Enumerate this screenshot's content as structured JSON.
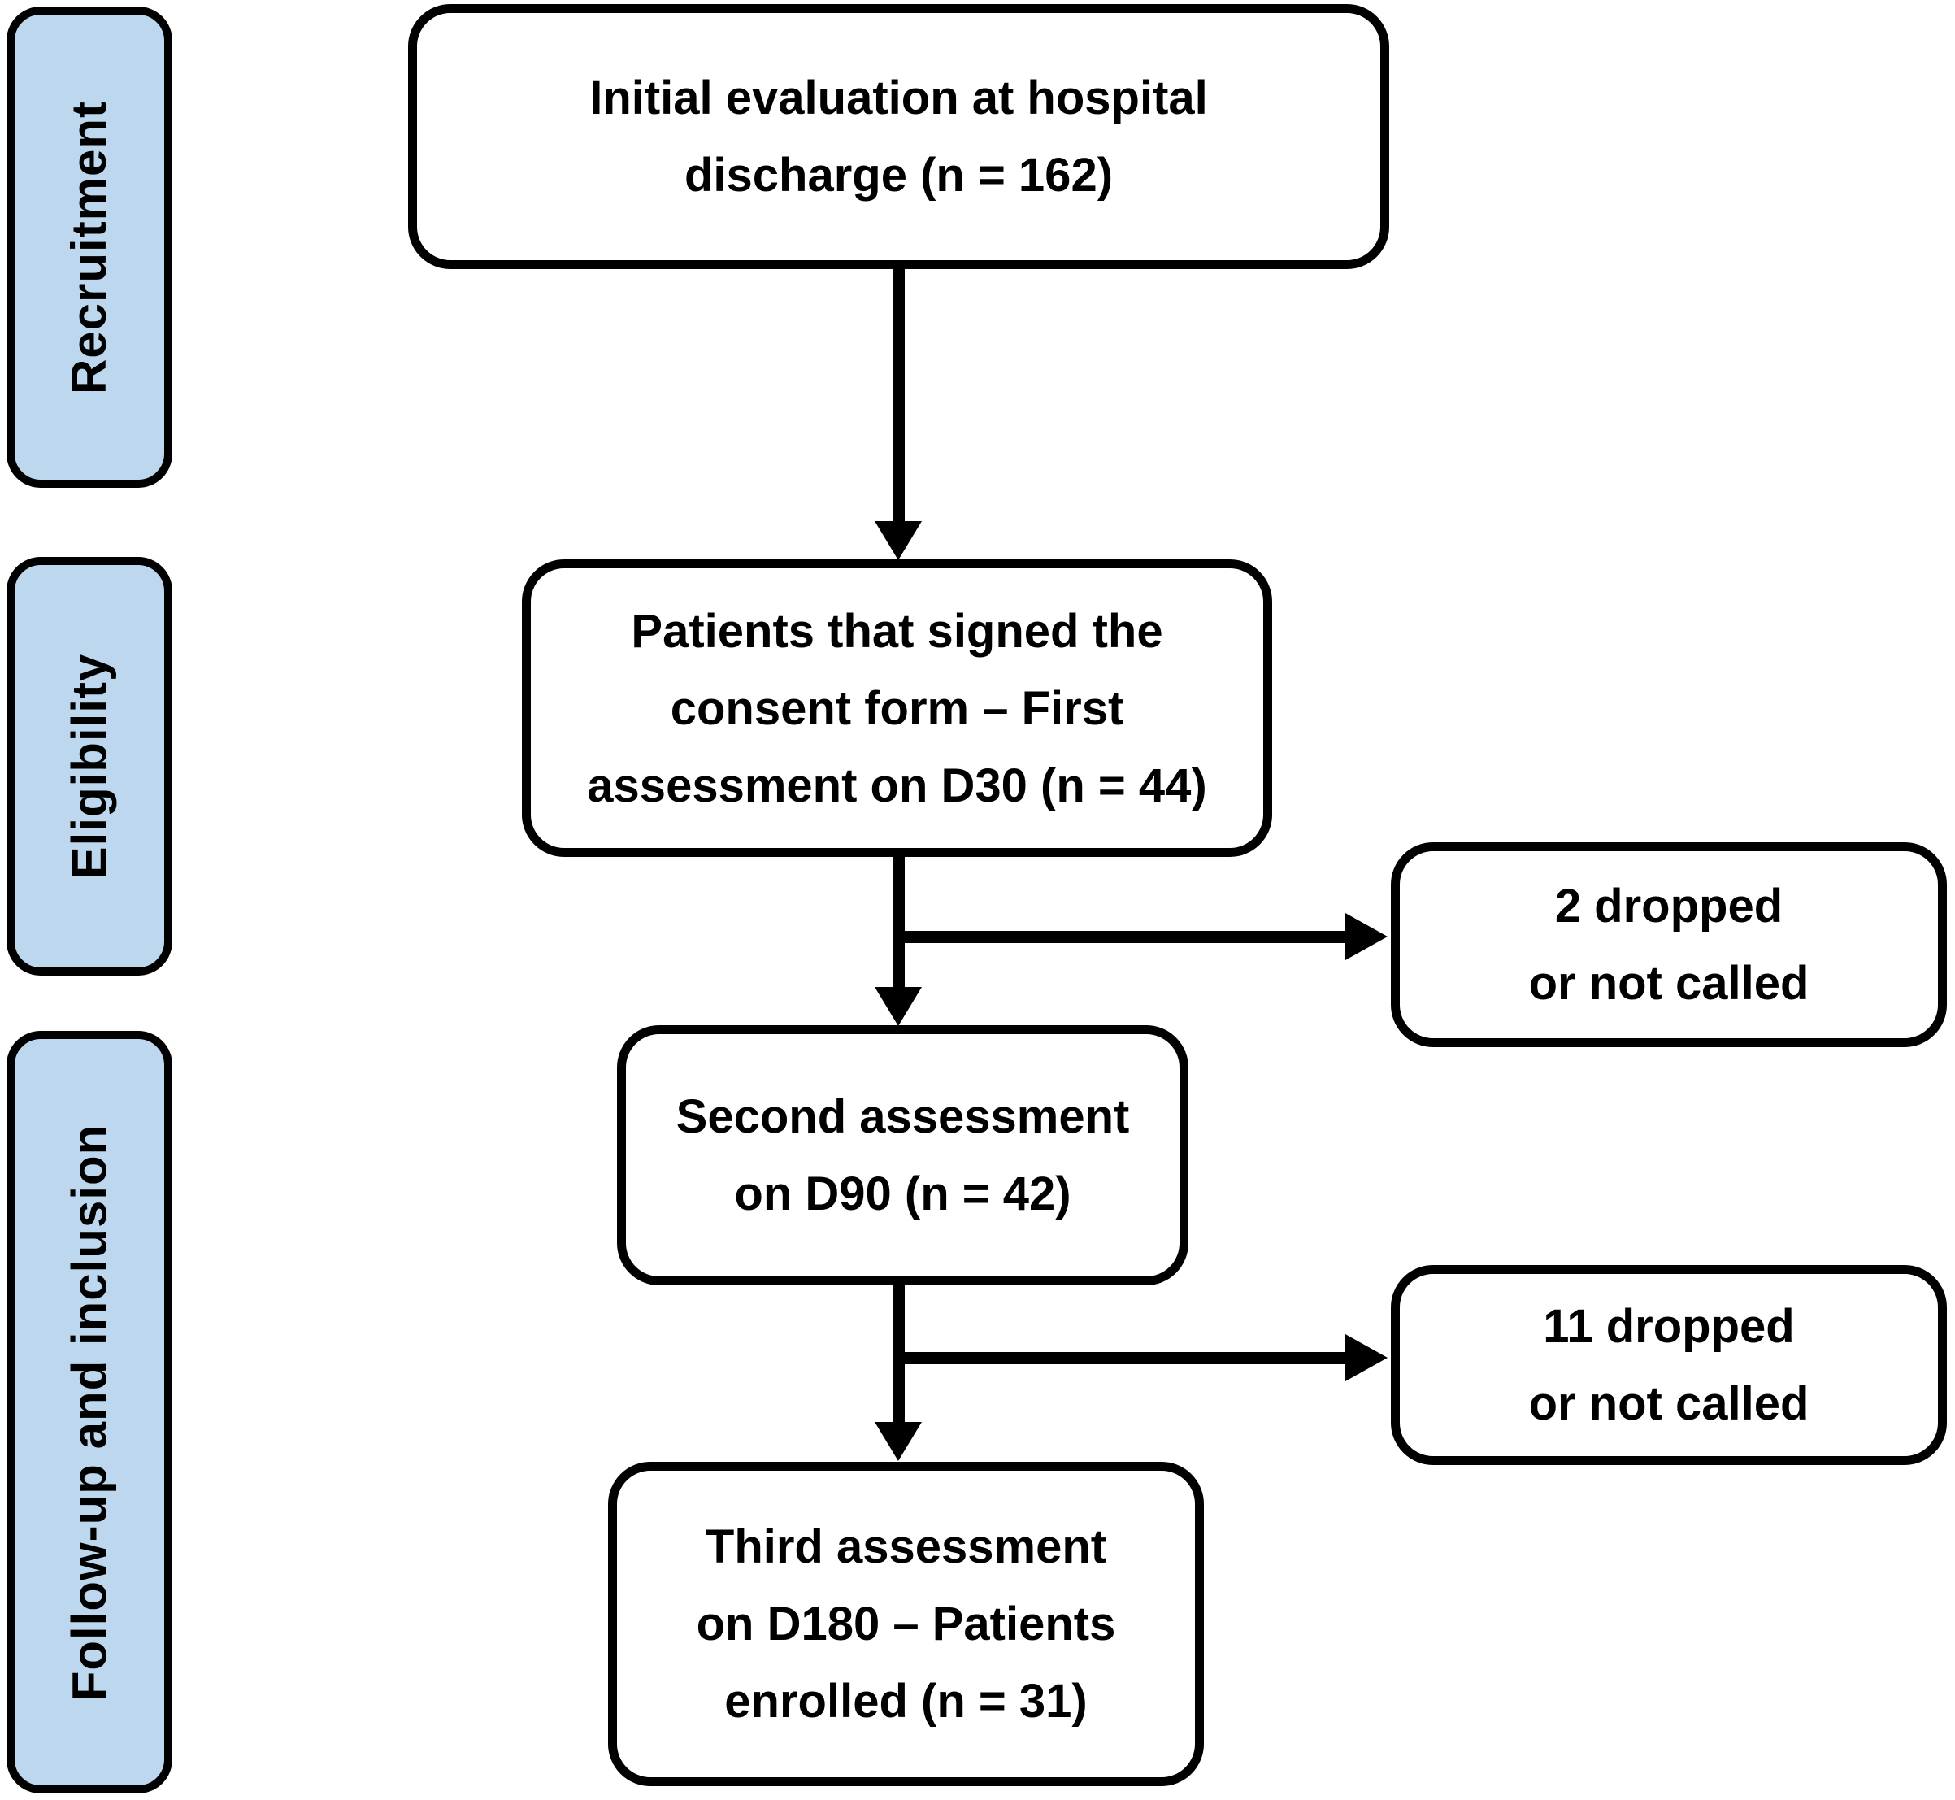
{
  "flow": {
    "stages": [
      {
        "label": "Recruitment"
      },
      {
        "label": "Eligibility"
      },
      {
        "label": "Follow-up and inclusion"
      }
    ],
    "nodes": [
      {
        "id": "initial-evaluation",
        "n": 162,
        "lines": [
          "Initial evaluation at hospital",
          "discharge (n = 162)"
        ]
      },
      {
        "id": "first-assessment-d30",
        "n": 44,
        "lines": [
          "Patients that signed the",
          "consent form – First",
          "assessment on D30 (n = 44)"
        ]
      },
      {
        "id": "dropped-after-d30",
        "n": 2,
        "lines": [
          "2 dropped",
          "or not called"
        ]
      },
      {
        "id": "second-assessment-d90",
        "n": 42,
        "lines": [
          "Second assessment",
          "on D90 (n = 42)"
        ]
      },
      {
        "id": "dropped-after-d90",
        "n": 11,
        "lines": [
          "11 dropped",
          "or not called"
        ]
      },
      {
        "id": "third-assessment-d180",
        "n": 31,
        "lines": [
          "Third assessment",
          "on D180 – Patients",
          "enrolled (n = 31)"
        ]
      }
    ],
    "edges": [
      {
        "from": "initial-evaluation",
        "to": "first-assessment-d30"
      },
      {
        "from": "first-assessment-d30",
        "to": "dropped-after-d30"
      },
      {
        "from": "first-assessment-d30",
        "to": "second-assessment-d90"
      },
      {
        "from": "second-assessment-d90",
        "to": "dropped-after-d90"
      },
      {
        "from": "second-assessment-d90",
        "to": "third-assessment-d180"
      }
    ],
    "colors": {
      "stage_fill": "#bdd7ee",
      "node_fill": "#ffffff",
      "border": "#000000",
      "text": "#000000"
    }
  }
}
